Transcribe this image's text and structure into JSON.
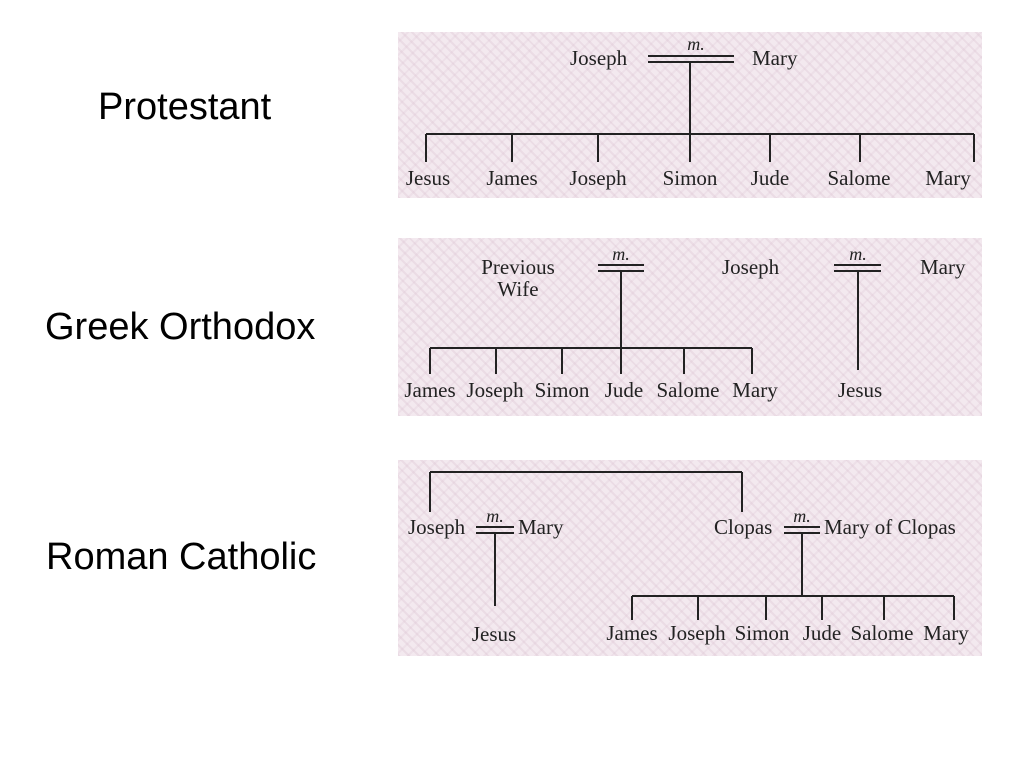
{
  "labels": {
    "protestant": "Protestant",
    "orthodox": "Greek Orthodox",
    "catholic": "Roman Catholic"
  },
  "marriage_mark": "m.",
  "protestant": {
    "father": "Joseph",
    "mother": "Mary",
    "children": [
      "Jesus",
      "James",
      "Joseph",
      "Simon",
      "Jude",
      "Salome",
      "Mary"
    ]
  },
  "orthodox": {
    "previous_wife_line1": "Previous",
    "previous_wife_line2": "Wife",
    "father": "Joseph",
    "mother": "Mary",
    "children_first": [
      "James",
      "Joseph",
      "Simon",
      "Jude",
      "Salome",
      "Mary"
    ],
    "child_second": "Jesus"
  },
  "catholic": {
    "left_father": "Joseph",
    "left_mother": "Mary",
    "left_child": "Jesus",
    "right_father": "Clopas",
    "right_mother": "Mary of Clopas",
    "right_children": [
      "James",
      "Joseph",
      "Simon",
      "Jude",
      "Salome",
      "Mary"
    ]
  }
}
